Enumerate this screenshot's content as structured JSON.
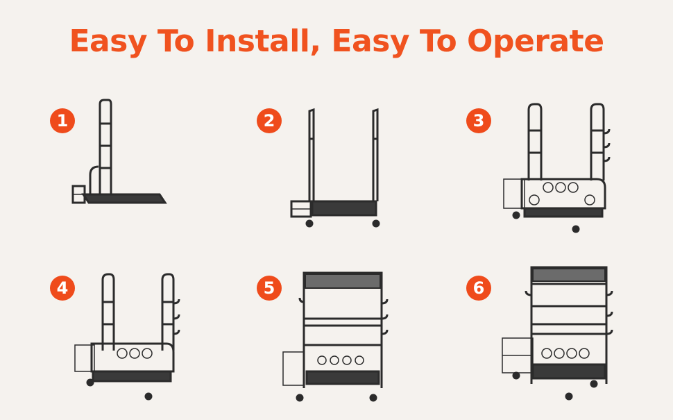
{
  "title": "Easy To Install, Easy To Operate",
  "colors": {
    "accent": "#f0521f",
    "badge": "#ef4b1b",
    "rack": "#2b2b2b",
    "background": "#f5f2ee"
  },
  "steps": [
    {
      "number": "1",
      "image": "rack-step-1-one-side-frame"
    },
    {
      "number": "2",
      "image": "rack-step-2-two-side-frames"
    },
    {
      "number": "3",
      "image": "rack-step-3-lower-basket-and-hooks"
    },
    {
      "number": "4",
      "image": "rack-step-4-side-basket"
    },
    {
      "number": "5",
      "image": "rack-step-5-middle-bars-and-top-shelf"
    },
    {
      "number": "6",
      "image": "rack-step-6-complete-rack"
    }
  ]
}
